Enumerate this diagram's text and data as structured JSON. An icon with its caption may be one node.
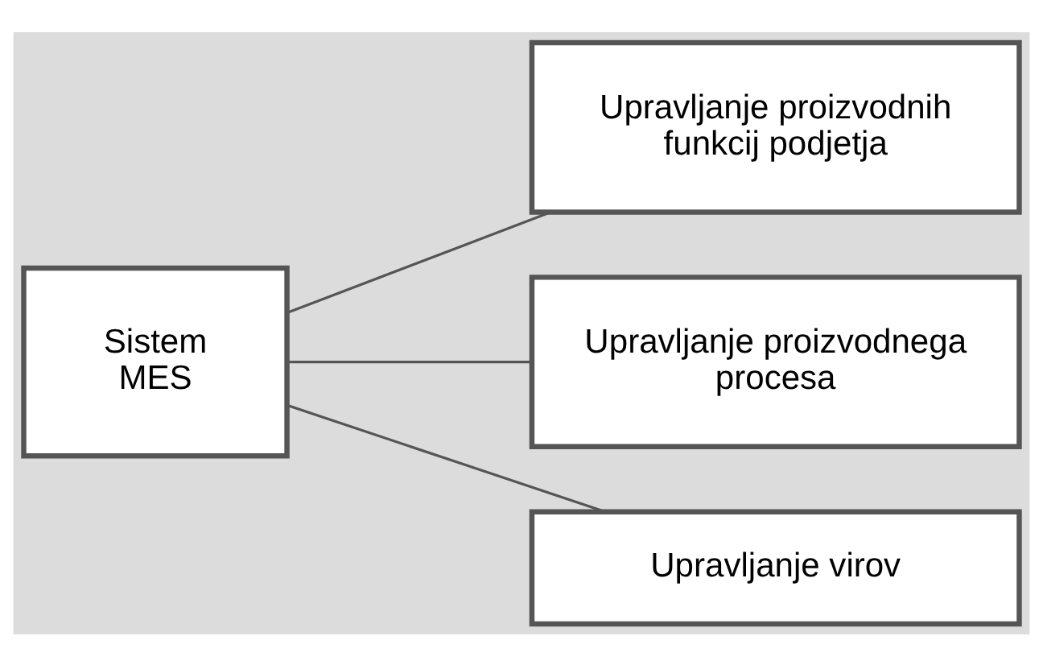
{
  "diagram": {
    "nodes": [
      {
        "text": [
          "Sistem MES"
        ]
      },
      {
        "text": [
          "Upravljanje proizvodnih funkcij podjetja"
        ]
      },
      {
        "text": [
          "Upravljanje proizvodnega procesa"
        ]
      },
      {
        "text": [
          "Upravljanje virov"
        ]
      }
    ],
    "edges": [
      {
        "from": 0,
        "to": 1,
        "arrow": "none"
      },
      {
        "from": 0,
        "to": 2,
        "arrow": "none"
      },
      {
        "from": 0,
        "to": 3,
        "arrow": "none"
      }
    ]
  }
}
